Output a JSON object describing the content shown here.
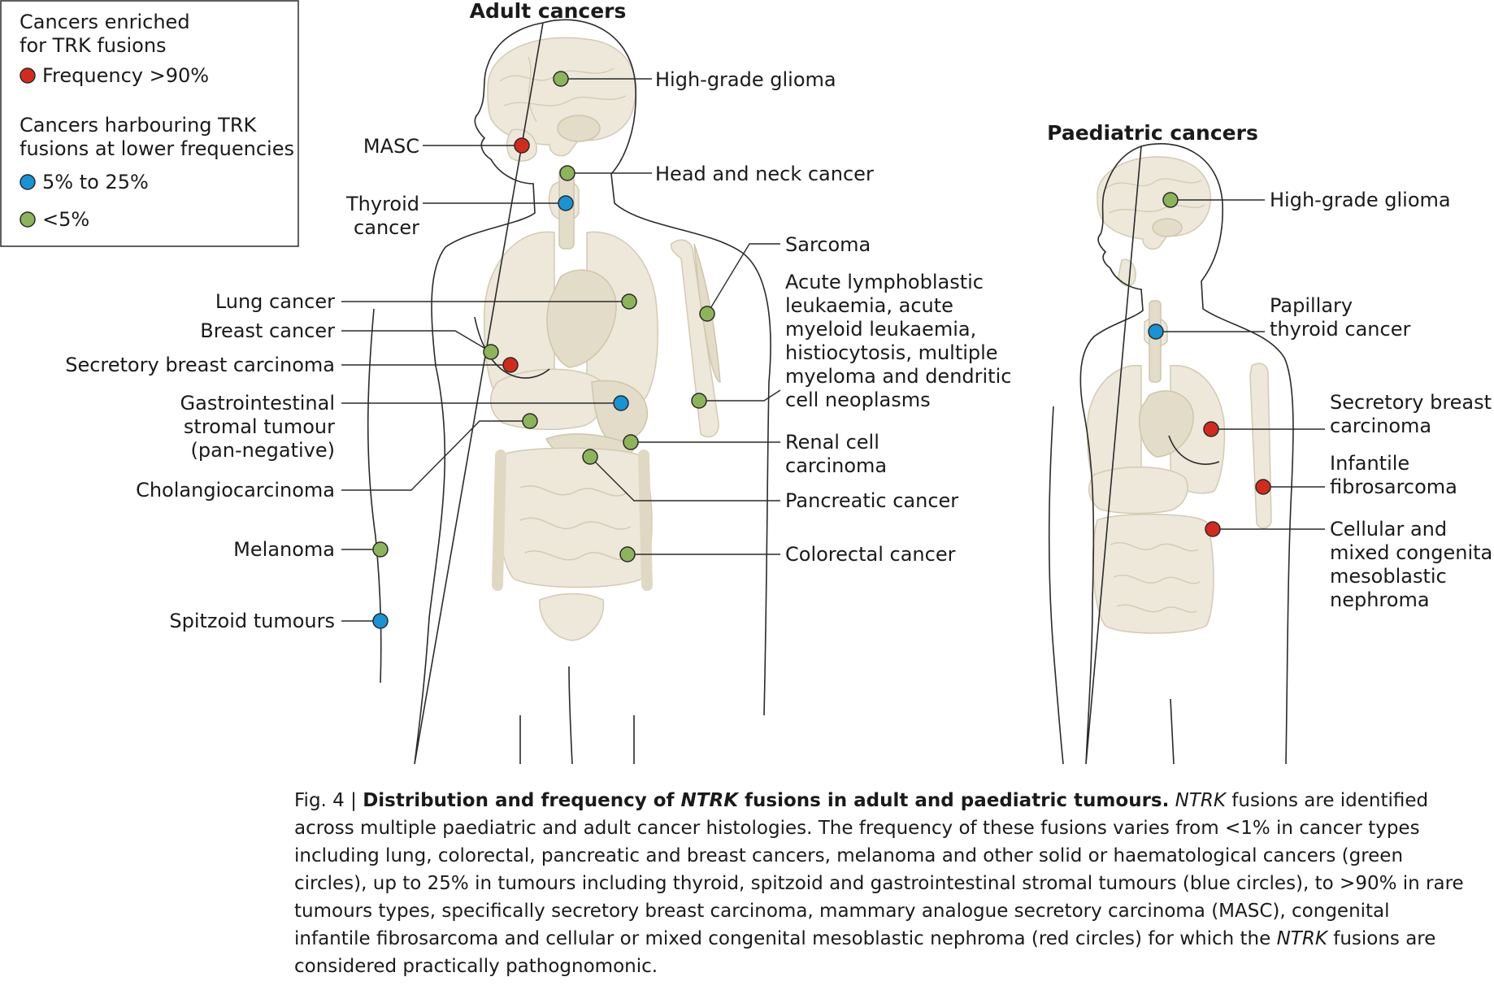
{
  "colors": {
    "red": "#d42a1e",
    "blue": "#1793d6",
    "green": "#8cb55a"
  },
  "legend": {
    "enriched_heading": [
      "Cancers enriched",
      "for TRK fusions"
    ],
    "enriched_item": "Frequency >90%",
    "lower_heading": [
      "Cancers harbouring TRK",
      "fusions at lower frequencies"
    ],
    "lower_items": [
      "5% to 25%",
      "<5%"
    ]
  },
  "adult": {
    "title": "Adult cancers",
    "labels": {
      "high_grade_glioma": "High-grade glioma",
      "masc": "MASC",
      "head_neck": "Head and neck cancer",
      "thyroid": [
        "Thyroid",
        "cancer"
      ],
      "sarcoma": "Sarcoma",
      "haem": [
        "Acute lymphoblastic",
        "leukaemia, acute",
        "myeloid leukaemia,",
        "histiocytosis, multiple",
        "myeloma and dendritic",
        "cell neoplasms"
      ],
      "lung": "Lung cancer",
      "breast": "Breast cancer",
      "secretory_breast": "Secretory breast carcinoma",
      "gist": [
        "Gastrointestinal",
        "stromal tumour",
        "(pan-negative)"
      ],
      "renal": [
        "Renal cell",
        "carcinoma"
      ],
      "cholangio": "Cholangiocarcinoma",
      "pancreatic": "Pancreatic cancer",
      "melanoma": "Melanoma",
      "colorectal": "Colorectal cancer",
      "spitzoid": "Spitzoid tumours"
    }
  },
  "paediatric": {
    "title": "Paediatric cancers",
    "labels": {
      "high_grade_glioma": "High-grade glioma",
      "papillary_thyroid": [
        "Papillary",
        "thyroid cancer"
      ],
      "secretory_breast": [
        "Secretory breast",
        "carcinoma"
      ],
      "infantile_fibrosarcoma": [
        "Infantile",
        "fibrosarcoma"
      ],
      "nephroma": [
        "Cellular and",
        "mixed congenital",
        "mesoblastic",
        "nephroma"
      ]
    }
  },
  "caption": {
    "fig_label": "Fig. 4 | ",
    "title_part1": "Distribution and frequency of ",
    "title_gene": "NTRK",
    "title_part2": " fusions in adult and paediatric tumours.",
    "body_gene1": "NTRK",
    "body_part1": " fusions are identified across multiple paediatric and adult cancer histologies. The frequency of these fusions varies from <1% in cancer types including lung, colorectal, pancreatic and breast cancers, melanoma and other solid or haematological cancers (green circles), up to 25% in tumours including thyroid, spitzoid and gastrointestinal stromal tumours (blue circles), to >90% in rare tumours types, specifically secretory breast carcinoma, mammary analogue secretory carcinoma (MASC), congenital infantile fibrosarcoma and cellular or mixed congenital mesoblastic nephroma (red circles) for which the ",
    "body_gene2": "NTRK",
    "body_part2": " fusions are considered practically pathognomonic."
  }
}
